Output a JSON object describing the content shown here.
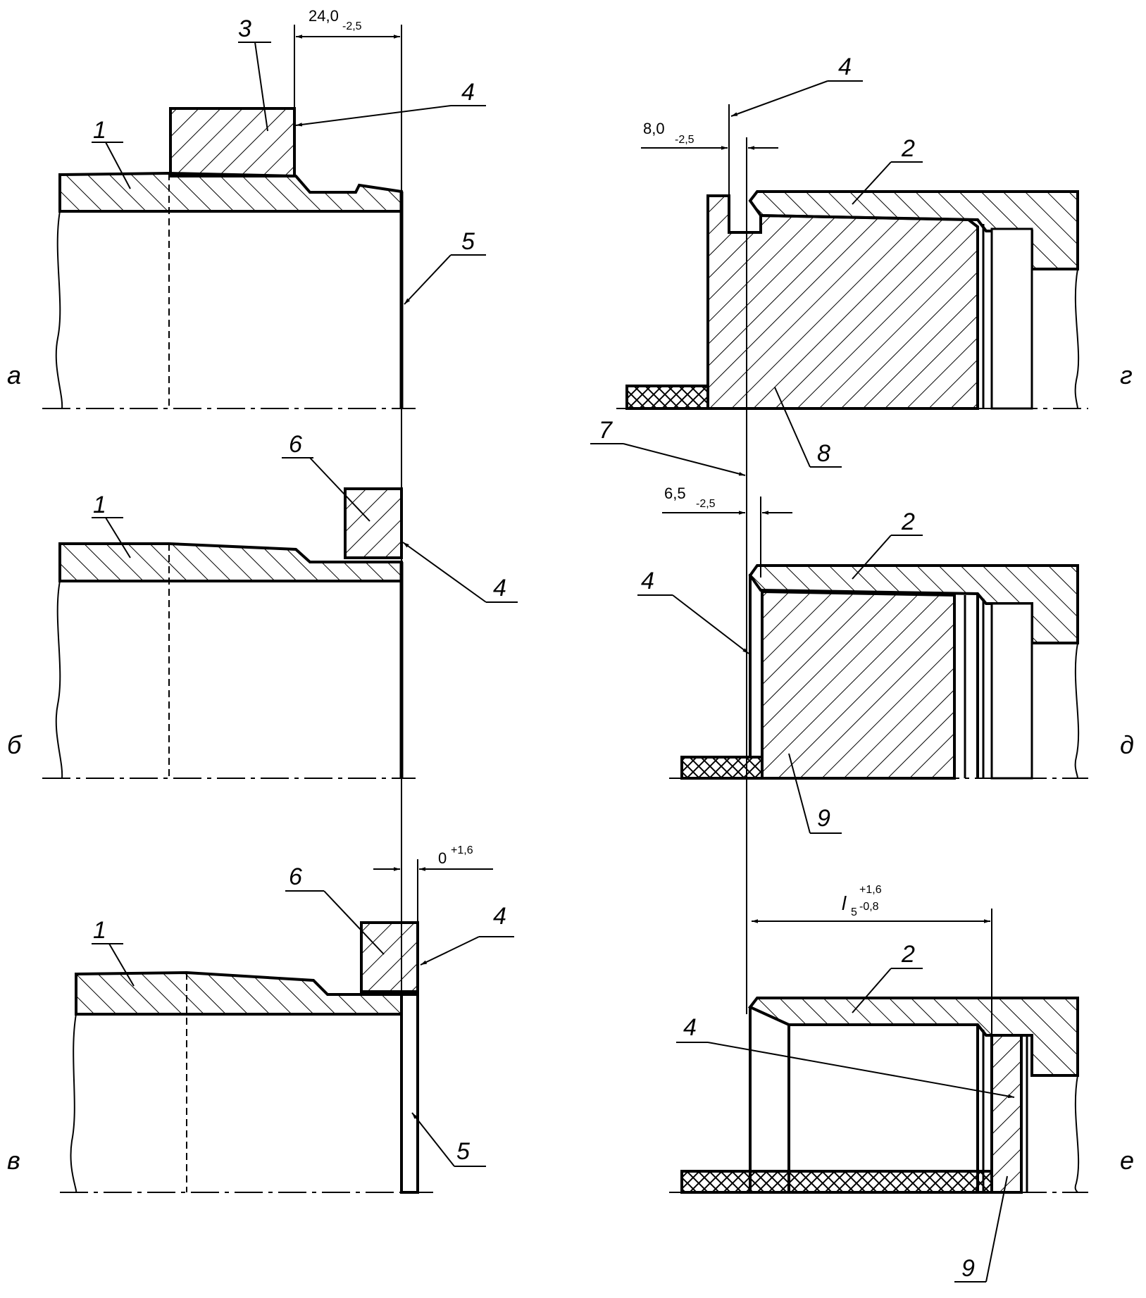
{
  "views": {
    "a": "а",
    "b": "б",
    "v": "в",
    "g": "г",
    "d": "д",
    "e": "е"
  },
  "labels": {
    "a_1": "1",
    "a_3": "3",
    "a_4": "4",
    "a_5": "5",
    "b_1": "1",
    "b_6": "6",
    "b_4": "4",
    "v_1": "1",
    "v_6": "6",
    "v_4": "4",
    "v_5": "5",
    "g_4": "4",
    "g_2": "2",
    "g_8": "8",
    "g_7": "7",
    "d_2": "2",
    "d_4": "4",
    "d_9": "9",
    "e_2": "2",
    "e_4": "4",
    "e_9": "9"
  },
  "dims": {
    "a_main": "24,0",
    "a_tol": "-2,5",
    "g_main": "8,0",
    "g_tol": "-2,5",
    "d_main": "6,5",
    "d_tol": "-2,5",
    "v_main": "0",
    "v_tol": "+1,6",
    "e_main": "l",
    "e_sub": "5",
    "e_tol_up": "+1,6",
    "e_tol_low": "-0,8"
  },
  "colors": {
    "ink": "#000000",
    "paper": "#ffffff"
  }
}
